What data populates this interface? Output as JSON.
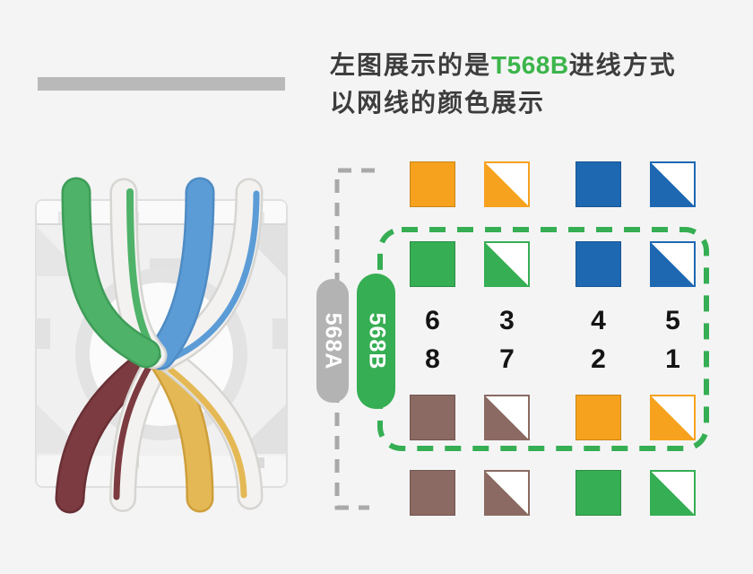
{
  "title": {
    "line1_prefix": "左图展示的是",
    "line1_highlight": "T568B",
    "line1_suffix": "进线方式",
    "line2": "以网线的颜色展示"
  },
  "labels": {
    "left_standard": "568A",
    "right_standard": "568B"
  },
  "colors": {
    "background": "#F4F4F5",
    "text_dark": "#3D3D3D",
    "accent_green": "#3CB54A",
    "bar_gray": "#B9B9B9",
    "dash_gray": "#A9A9A9",
    "dash_green": "#36AE53",
    "pill_gray": "#B3B3B3",
    "pill_green": "#36AE53",
    "pill_text": "#FFFFFF",
    "number_black": "#141414",
    "orange": "#F6A21E",
    "blue": "#1E68B2",
    "green": "#36AE53",
    "brown": "#8A6A62",
    "wire_green": "#4FB269",
    "wire_green_dark": "#3E9D58",
    "wire_blue": "#5C9CD6",
    "wire_blue_dark": "#4E8BC4",
    "wire_brown": "#7C3B40",
    "wire_brown_dark": "#692F35",
    "wire_yellow": "#E4B955",
    "wire_yellow_dark": "#CE9F3B",
    "wire_white": "#F3F2F0",
    "wire_white_edge": "#D6D5D2",
    "jack_body": "#F0F0F0",
    "jack_rim": "#FAFAFA",
    "jack_shadow": "#DEDEDE"
  },
  "diagram": {
    "pin_rows": [
      [
        "6",
        "3",
        "4",
        "5"
      ],
      [
        "8",
        "7",
        "2",
        "1"
      ]
    ],
    "rows": [
      {
        "name": "row-568a-top",
        "cells": [
          {
            "wire": "orange",
            "color": "orange",
            "striped": false
          },
          {
            "wire": "white-orange",
            "color": "orange",
            "striped": true
          },
          {
            "wire": "blue",
            "color": "blue",
            "striped": false
          },
          {
            "wire": "white-blue",
            "color": "blue",
            "striped": true
          }
        ]
      },
      {
        "name": "row-568b-top",
        "cells": [
          {
            "wire": "green",
            "color": "green",
            "striped": false
          },
          {
            "wire": "white-green",
            "color": "green",
            "striped": true
          },
          {
            "wire": "blue",
            "color": "blue",
            "striped": false
          },
          {
            "wire": "white-blue",
            "color": "blue",
            "striped": true
          }
        ]
      },
      {
        "name": "row-568b-bottom",
        "cells": [
          {
            "wire": "brown",
            "color": "brown",
            "striped": false
          },
          {
            "wire": "white-brown",
            "color": "brown",
            "striped": true
          },
          {
            "wire": "orange",
            "color": "orange",
            "striped": false
          },
          {
            "wire": "white-orange",
            "color": "orange",
            "striped": true
          }
        ]
      },
      {
        "name": "row-568a-bottom",
        "cells": [
          {
            "wire": "brown",
            "color": "brown",
            "striped": false
          },
          {
            "wire": "white-brown",
            "color": "brown",
            "striped": true
          },
          {
            "wire": "green",
            "color": "green",
            "striped": false
          },
          {
            "wire": "white-green",
            "color": "green",
            "striped": true
          }
        ]
      }
    ]
  }
}
